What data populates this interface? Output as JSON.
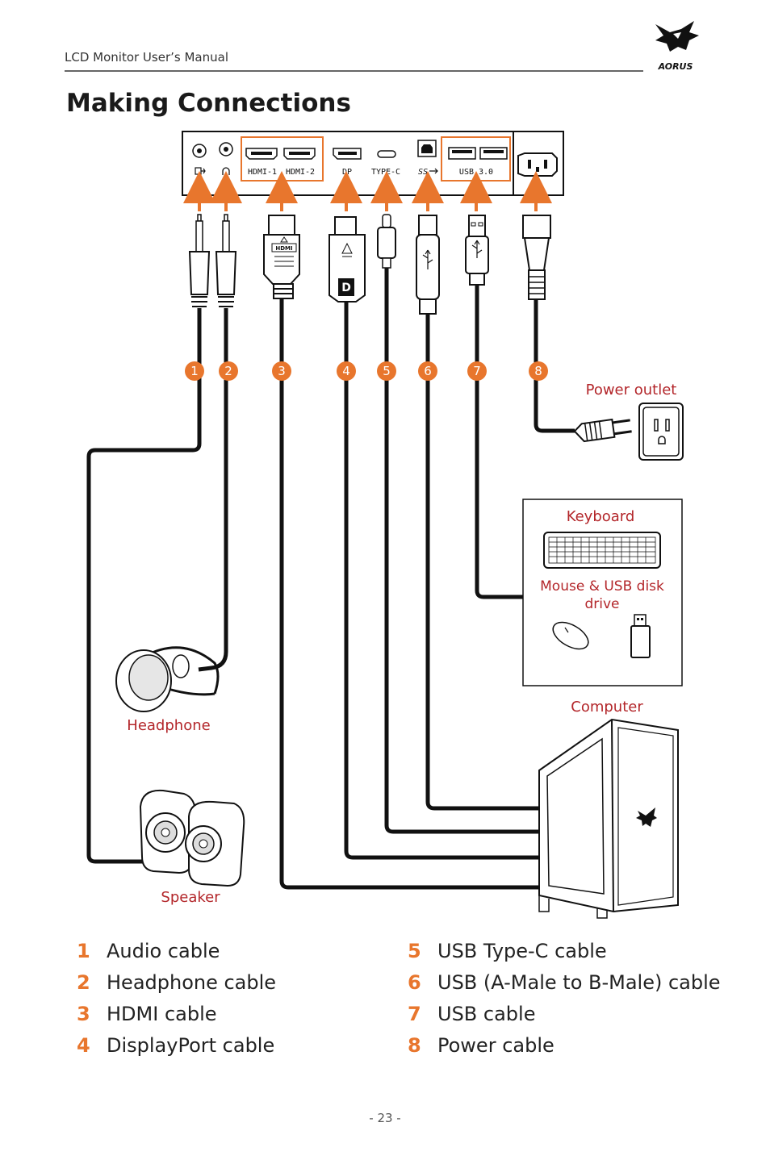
{
  "header": {
    "manual_title": "LCD Monitor User’s Manual",
    "brand": "AORUS"
  },
  "page_title": "Making Connections",
  "ports": [
    {
      "label": ""
    },
    {
      "label": ""
    },
    {
      "label": "HDMI-1"
    },
    {
      "label": "HDMI-2"
    },
    {
      "label": "DP"
    },
    {
      "label": "TYPE-C"
    },
    {
      "label": "SS"
    },
    {
      "label": "USB 3.0"
    }
  ],
  "markers": [
    "1",
    "2",
    "3",
    "4",
    "5",
    "6",
    "7",
    "8"
  ],
  "connector_marks": {
    "hdmi": "HDMI",
    "dp": "D"
  },
  "devices": {
    "power_outlet": "Power outlet",
    "keyboard": "Keyboard",
    "mouse_usb": "Mouse & USB disk drive",
    "computer": "Computer",
    "headphone": "Headphone",
    "speaker": "Speaker"
  },
  "legend": [
    {
      "num": "1",
      "label": "Audio cable"
    },
    {
      "num": "2",
      "label": "Headphone cable"
    },
    {
      "num": "3",
      "label": "HDMI cable"
    },
    {
      "num": "4",
      "label": "DisplayPort cable"
    },
    {
      "num": "5",
      "label": "USB Type-C cable"
    },
    {
      "num": "6",
      "label": "USB (A-Male to B-Male) cable"
    },
    {
      "num": "7",
      "label": "USB cable"
    },
    {
      "num": "8",
      "label": "Power cable"
    }
  ],
  "page_number": "- 23 -",
  "colors": {
    "accent": "#e8762d",
    "device_label": "#b3262a",
    "cable": "#111111"
  }
}
